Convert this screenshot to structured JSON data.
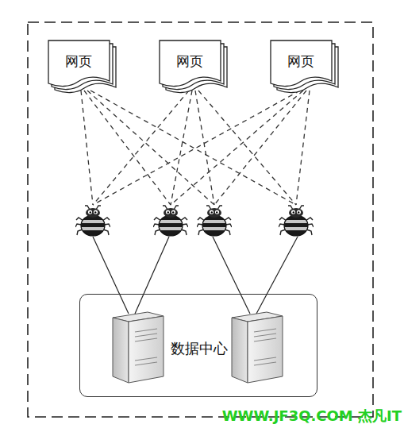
{
  "diagram": {
    "nodes": [
      {
        "text": [
          "网页"
        ]
      },
      {
        "text": [
          "网页"
        ]
      },
      {
        "text": [
          "网页"
        ]
      },
      {
        "text": [
          "数据中心"
        ]
      }
    ],
    "labels": [
      "WWW.JF3Q.COM 杰凡IT"
    ]
  }
}
